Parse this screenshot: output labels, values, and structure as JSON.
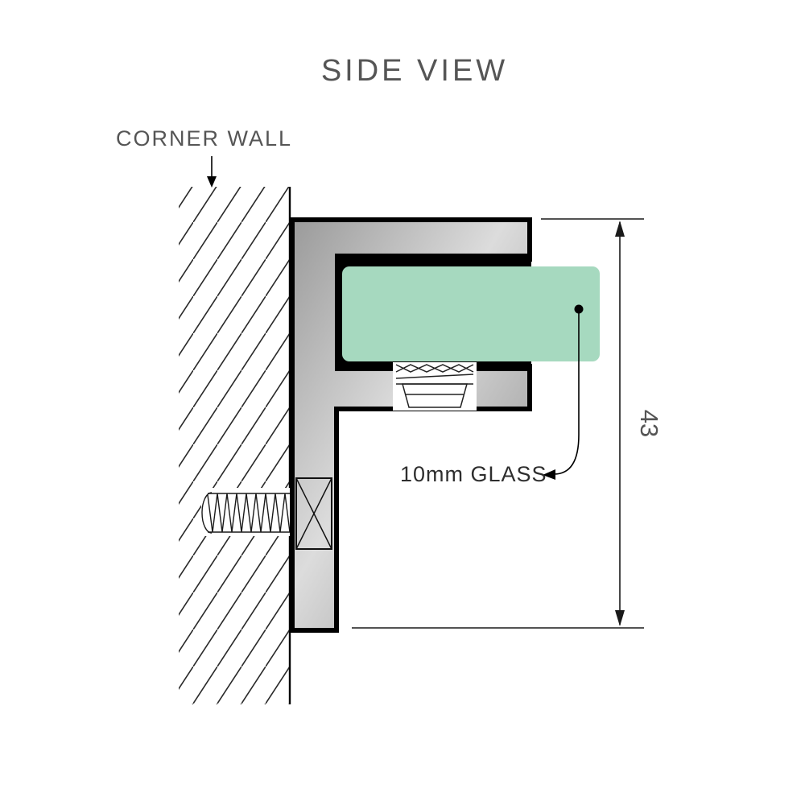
{
  "diagram": {
    "title": "SIDE VIEW",
    "wall_label": "CORNER WALL",
    "glass_label": "10mm GLASS",
    "dimension": {
      "value": "43"
    },
    "colors": {
      "glass_green": "#a6d9bf",
      "metal_edge": "#9a9a9a",
      "metal_highlight": "#dcdcdc",
      "metal_shadow": "#8a8a8a",
      "outline_black": "#000000"
    }
  }
}
